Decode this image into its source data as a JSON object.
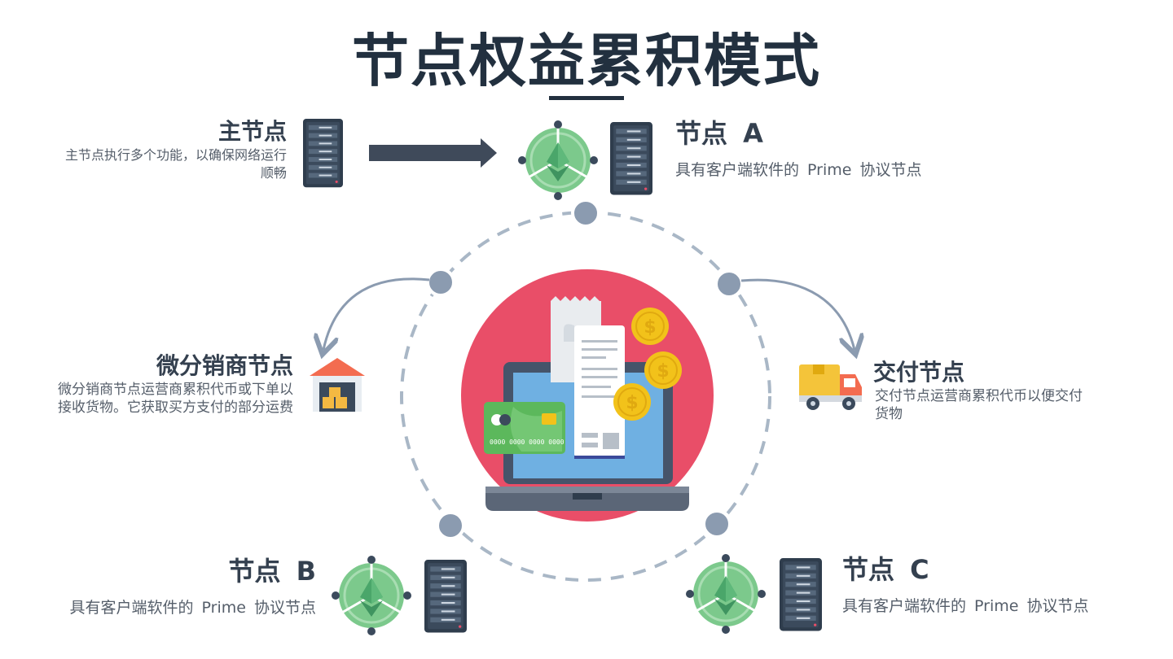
{
  "title": "节点权益累积模式",
  "main_node": {
    "title": "主节点",
    "desc": "主节点执行多个功能，以确保网络运行顺畅"
  },
  "node_a": {
    "title": "节点 A",
    "desc": "具有客户端软件的 Prime 协议节点"
  },
  "distributor_node": {
    "title": "微分销商节点",
    "desc": "微分销商节点运营商累积代币或下单以接收货物。它获取买方支付的部分运费"
  },
  "delivery_node": {
    "title": "交付节点",
    "desc": "交付节点运营商累积代币以便交付货物"
  },
  "node_b": {
    "title": "节点 B",
    "desc": "具有客户端软件的 Prime 协议节点"
  },
  "node_c": {
    "title": "节点 C",
    "desc": "具有客户端软件的 Prime 协议节点"
  },
  "card": {
    "number": "0000 0000 0000 0000"
  },
  "colors": {
    "title": "#22303f",
    "ring": "#a9b7c6",
    "ring_dot": "#8b9bb0",
    "arrow": "#3f4a5a",
    "hub_circle": "#e94e68",
    "eth_green": "#72c485",
    "server": "#2f3d4d",
    "coin": "#f2c21a",
    "screen": "#6fb0e2"
  },
  "icons": [
    "server-icon",
    "ethereum-node-icon",
    "warehouse-icon",
    "delivery-truck-icon",
    "laptop-payment-icon",
    "coin-icon",
    "receipt-icon",
    "credit-card-icon"
  ]
}
